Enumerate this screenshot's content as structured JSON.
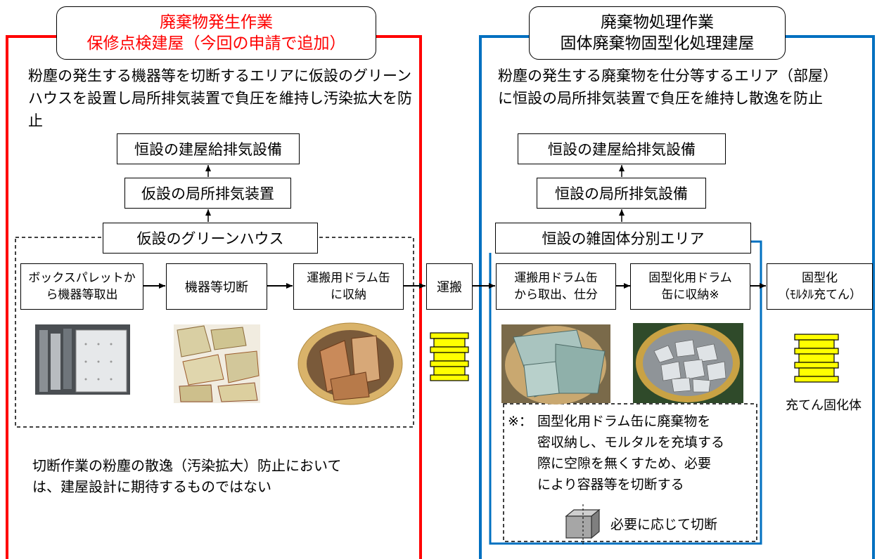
{
  "left": {
    "title_line1": "廃棄物発生作業",
    "title_line2": "保修点検建屋（今回の申請で追加）",
    "description": "粉塵の発生する機器等を切断するエリアに仮設のグリーンハウスを設置し局所排気装置で負圧を維持し汚染拡大を防止",
    "exhaust_top": "恒設の建屋給排気設備",
    "exhaust_local": "仮設の局所排気装置",
    "greenhouse": "仮設のグリーンハウス",
    "step1": "ボックスパレットか\nら機器等取出",
    "step2": "機器等切断",
    "step3": "運搬用ドラム缶\nに収納",
    "note": "切断作業の粉塵の散逸（汚染拡大）防止において\nは、建屋設計に期待するものではない"
  },
  "transport": "運搬",
  "right": {
    "title_line1": "廃棄物処理作業",
    "title_line2": "固体廃棄物固型化処理建屋",
    "description": "粉塵の発生する廃棄物を仕分等するエリア（部屋）\nに恒設の局所排気装置で負圧を維持し散逸を防止",
    "exhaust_top": "恒設の建屋給排気設備",
    "exhaust_local": "恒設の局所排気設備",
    "area": "恒設の雑固体分別エリア",
    "step1": "運搬用ドラム缶\nから取出、仕分",
    "step2": "固型化用ドラム\n缶に収納※",
    "step3": "固型化\n（ﾓﾙﾀﾙ充てん）",
    "footnote_mark": "※：",
    "footnote": "固型化用ドラム缶に廃棄物を\n密収納し、モルタルを充填する\n際に空隙を無くすため、必要\nにより容器等を切断する",
    "cut_label": "必要に応じて切断",
    "solidified_label": "充てん固化体"
  },
  "colors": {
    "left_frame": "#ff0000",
    "right_frame": "#0070c0",
    "left_title_text": "#ff0000",
    "drum_fill": "#ffff00"
  }
}
